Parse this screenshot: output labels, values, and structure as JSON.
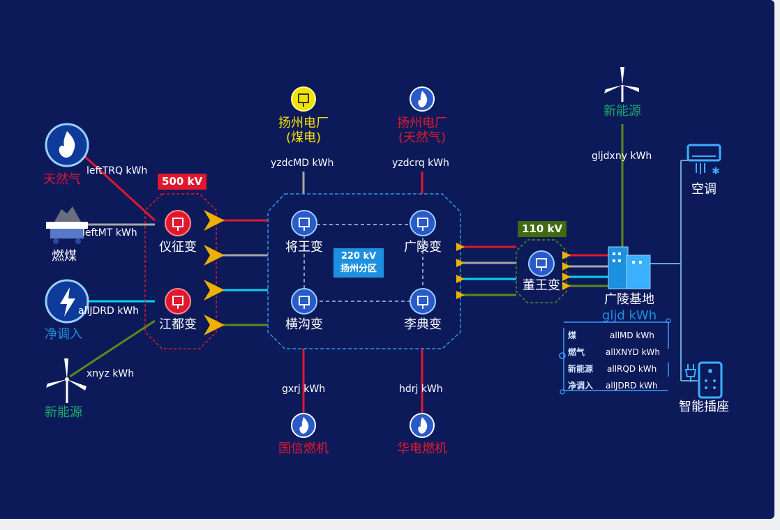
{
  "left_sources": {
    "gas": {
      "label": "天然气",
      "value": "leftTRQ kWh"
    },
    "coal": {
      "label": "燃煤",
      "value": "leftMT kWh"
    },
    "grid": {
      "label": "净调入",
      "value": "allJDRD kWh"
    },
    "renewable": {
      "label": "新能源",
      "value": "xnyz kWh"
    }
  },
  "voltage_500": "500 kV",
  "voltage_110": "110 kV",
  "substations": {
    "yizheng": "仪征变",
    "jiangdu": "江都变",
    "jiangwang": "将王变",
    "guangling": "广陵变",
    "henggou": "横沟变",
    "lidian": "李典变",
    "dongwang": "董王变"
  },
  "zone_220": {
    "line1": "220 kV",
    "line2": "扬州分区"
  },
  "top_plants": {
    "coal_plant": {
      "line1": "扬州电厂",
      "line2": "(煤电)",
      "value": "yzdcMD kWh"
    },
    "gas_plant": {
      "line1": "扬州电厂",
      "line2": "(天然气)",
      "value": "yzdcrq kWh"
    }
  },
  "bottom_plants": {
    "guoxin": {
      "label": "国信燃机",
      "value": "gxrj kWh"
    },
    "huadian": {
      "label": "华电燃机",
      "value": "hdrj kWh"
    }
  },
  "right_renewable": {
    "label": "新能源",
    "value": "gljdxny kWh"
  },
  "base": {
    "label": "广陵基地",
    "value": "gljd kWh"
  },
  "loads": {
    "ac": "空调",
    "socket": "智能插座"
  },
  "legend": [
    {
      "name": "煤",
      "value": "allMD kWh"
    },
    {
      "name": "燃气",
      "value": "allXNYD kWh"
    },
    {
      "name": "新能源",
      "value": "allRQD kWh"
    },
    {
      "name": "净调入",
      "value": "allJDRD kWh"
    }
  ],
  "colors": {
    "bg": "#0d1a5a",
    "gas": "#e0182d",
    "coal": "#a6a6a6",
    "grid": "#00d4f0",
    "renewable": "#5a8a1a",
    "renewable_text": "#1aa86a",
    "plant_coal": "#f2e200",
    "zone_border": "#2a9ae0",
    "arrow": "#f0b000"
  }
}
